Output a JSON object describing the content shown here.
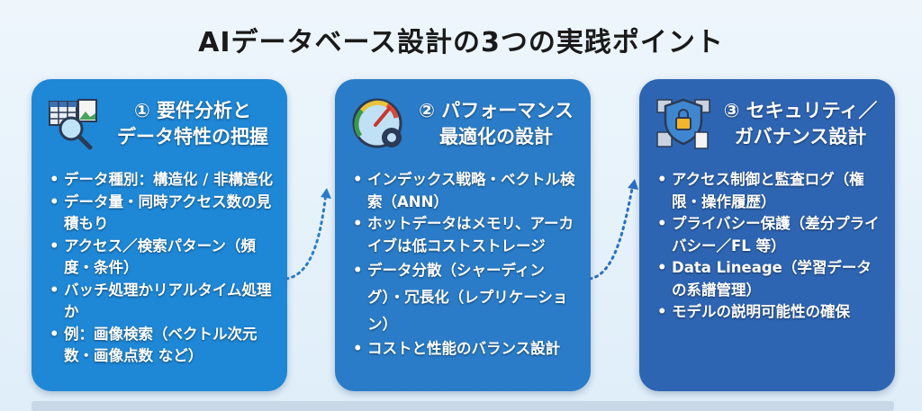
{
  "title": "AIデータベース設計の3つの実践ポイント",
  "cards": [
    {
      "heading_line1": "① 要件分析と",
      "heading_line2": "データ特性の把握",
      "icon": "table-search-icon",
      "items": [
        "データ種別：構造化 / 非構造化",
        "データ量・同時アクセス数の見積もり",
        "アクセス／検索パターン（頻度・条件）",
        "バッチ処理かリアルタイム処理か",
        "例：画像検索（ベクトル次元数・画像点数 など）"
      ]
    },
    {
      "heading_line1": "② パフォーマンス",
      "heading_line2": "最適化の設計",
      "icon": "gauge-gear-icon",
      "items": [
        "インデックス戦略・ベクトル検索（ANN）",
        "ホットデータはメモリ、アーカイブは低コストストレージ",
        "データ分散（シャーディング）・冗長化（レプリケーション）",
        "コストと性能のバランス設計"
      ]
    },
    {
      "heading_line1": "③ セキュリティ／",
      "heading_line2": "ガバナンス設計",
      "icon": "shield-lock-icon",
      "items": [
        "アクセス制御と監査ログ（権限・操作履歴）",
        "プライバシー保護（差分プライバシー／FL 等）",
        "Data Lineage（学習データの系譜管理）",
        "モデルの説明可能性の確保"
      ]
    }
  ],
  "colors": {
    "card1": "#1e87d6",
    "card2": "#2a7cc8",
    "card3": "#2e65b3",
    "arrow": "#2a7cc8"
  }
}
